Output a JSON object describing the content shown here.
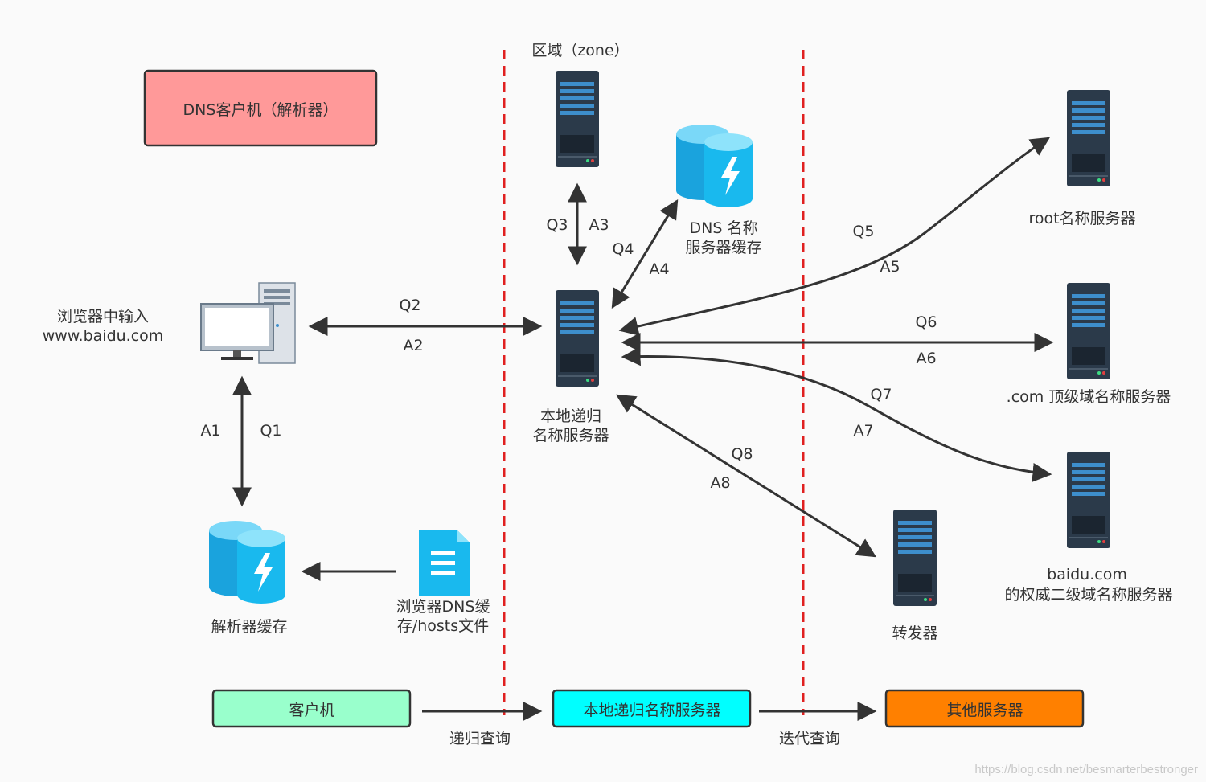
{
  "title_box": {
    "label": "DNS客户机（解析器）",
    "color": "#ff9999"
  },
  "zone_label": "区域（zone）",
  "browser_input": {
    "line1": "浏览器中输入",
    "line2": "www.baidu.com"
  },
  "local_server": {
    "line1": "本地递归",
    "line2": "名称服务器"
  },
  "dns_cache": {
    "line1": "DNS 名称",
    "line2": "服务器缓存"
  },
  "resolver_cache": "解析器缓存",
  "hosts_file": {
    "line1": "浏览器DNS缓",
    "line2": "存/hosts文件"
  },
  "root_server": "root名称服务器",
  "com_server": ".com 顶级域名称服务器",
  "baidu_server": {
    "line1": "baidu.com",
    "line2": "的权威二级域名称服务器"
  },
  "forwarder": "转发器",
  "arrows": {
    "q1": "Q1",
    "a1": "A1",
    "q2": "Q2",
    "a2": "A2",
    "q3": "Q3",
    "a3": "A3",
    "q4": "Q4",
    "a4": "A4",
    "q5": "Q5",
    "a5": "A5",
    "q6": "Q6",
    "a6": "A6",
    "q7": "Q7",
    "a7": "A7",
    "q8": "Q8",
    "a8": "A8"
  },
  "legend": {
    "client": {
      "label": "客户机",
      "color": "#99ffcc"
    },
    "local": {
      "label": "本地递归名称服务器",
      "color": "#00ffff"
    },
    "other": {
      "label": "其他服务器",
      "color": "#ff8000"
    },
    "recursive": "递归查询",
    "iterative": "迭代查询"
  },
  "watermark": "https://blog.csdn.net/besmarterbestronger",
  "colors": {
    "divider": "#e02020",
    "arrow": "#333333",
    "server": "#2b3a4a",
    "db": "#19b9ee"
  }
}
